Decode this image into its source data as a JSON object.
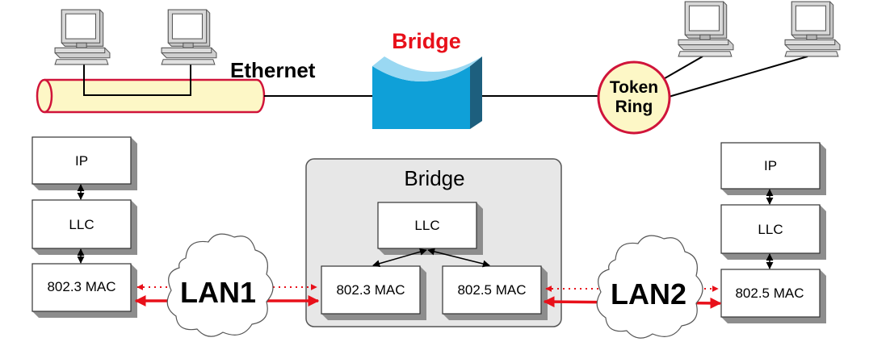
{
  "top": {
    "bridge_label": "Bridge",
    "ethernet_label": "Ethernet",
    "token_ring_line1": "Token",
    "token_ring_line2": "Ring"
  },
  "left_stack": {
    "ip": "IP",
    "llc": "LLC",
    "mac": "802.3 MAC"
  },
  "bridge_panel": {
    "title": "Bridge",
    "llc": "LLC",
    "mac_left": "802.3 MAC",
    "mac_right": "802.5 MAC"
  },
  "right_stack": {
    "ip": "IP",
    "llc": "LLC",
    "mac": "802.5 MAC"
  },
  "clouds": {
    "lan1": "LAN1",
    "lan2": "LAN2"
  },
  "colors": {
    "bridge_red": "#e8101a",
    "cable_fill": "#fdf7c6",
    "cable_stroke": "#d0143a",
    "bridge_body": "#0fa0d8",
    "bridge_top": "#9ad8f2",
    "panel_fill": "#e7e7e7",
    "box_shadow": "#8d8d8d",
    "arrow_red": "#e8101a"
  },
  "icons": [
    "computer-icon",
    "bridge-device-icon",
    "cloud-icon",
    "ethernet-cable-icon"
  ]
}
